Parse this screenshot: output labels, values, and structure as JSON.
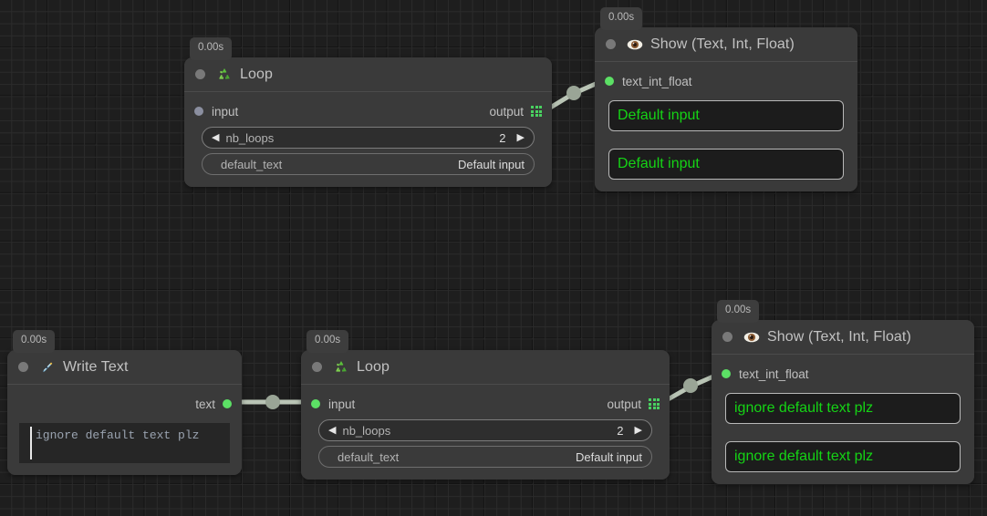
{
  "canvas": {
    "background_color": "#1e1e1e",
    "grid_line_color": "#2b2b2b",
    "grid_major_color": "#121212"
  },
  "colors": {
    "node_body": "#3a3a3a",
    "port_connected": "#5ce065",
    "port_unconnected": "#8b8fa0",
    "output_text": "#15d415",
    "edge": "#b9c4b5",
    "title_text": "#c2c2c2"
  },
  "nodes": [
    {
      "id": "loop-1",
      "timer": "0.00s",
      "icon": "recycle-icon",
      "title": "Loop",
      "input_port": {
        "label": "input",
        "state": "unconnected"
      },
      "output_port": {
        "label": "output",
        "icon": "grid-icon"
      },
      "params": [
        {
          "name": "nb_loops",
          "value": "2",
          "stepper": true,
          "left_arrow": "◀",
          "right_arrow": "▶"
        },
        {
          "name": "default_text",
          "value": "Default input",
          "stepper": false
        }
      ]
    },
    {
      "id": "show-1",
      "timer": "0.00s",
      "icon": "eye-icon",
      "title": "Show (Text, Int, Float)",
      "input_port": {
        "label": "text_int_float",
        "state": "connected"
      },
      "outputs": [
        "Default input",
        "Default input"
      ]
    },
    {
      "id": "write-text-1",
      "timer": "0.00s",
      "icon": "pen-nib-icon",
      "title": "Write Text",
      "output_port": {
        "label": "text",
        "state": "connected"
      },
      "editor_value": "ignore default text plz"
    },
    {
      "id": "loop-2",
      "timer": "0.00s",
      "icon": "recycle-icon",
      "title": "Loop",
      "input_port": {
        "label": "input",
        "state": "connected"
      },
      "output_port": {
        "label": "output",
        "icon": "grid-icon"
      },
      "params": [
        {
          "name": "nb_loops",
          "value": "2",
          "stepper": true,
          "left_arrow": "◀",
          "right_arrow": "▶"
        },
        {
          "name": "default_text",
          "value": "Default input",
          "stepper": false
        }
      ]
    },
    {
      "id": "show-2",
      "timer": "0.00s",
      "icon": "eye-icon",
      "title": "Show (Text, Int, Float)",
      "input_port": {
        "label": "text_int_float",
        "state": "connected"
      },
      "outputs": [
        "ignore default text plz",
        "ignore default text plz"
      ]
    }
  ],
  "edges": [
    {
      "id": "edge-loop1-show1",
      "from": "loop-1.output",
      "to": "show-1.text_int_float"
    },
    {
      "id": "edge-writetext-loop2",
      "from": "write-text-1.text",
      "to": "loop-2.input"
    },
    {
      "id": "edge-loop2-show2",
      "from": "loop-2.output",
      "to": "show-2.text_int_float"
    }
  ]
}
